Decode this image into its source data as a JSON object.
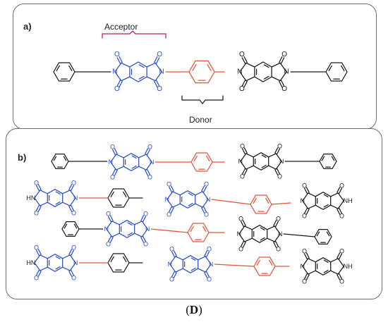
{
  "panel_a": {
    "label": "a)",
    "acceptor_label": "Acceptor",
    "donor_label": "Donor"
  },
  "panel_b": {
    "label": "b)"
  },
  "atoms": {
    "nitrogen": "N",
    "oxygen": "O",
    "nh": "NH",
    "hn": "HN"
  },
  "caption": {
    "open": "(",
    "letter": "D",
    "close": ")"
  },
  "colors": {
    "acceptor": "#2b4fc9",
    "donor": "#e0543c",
    "neutral": "#1a1a1a",
    "border": "#6d6d6d"
  }
}
